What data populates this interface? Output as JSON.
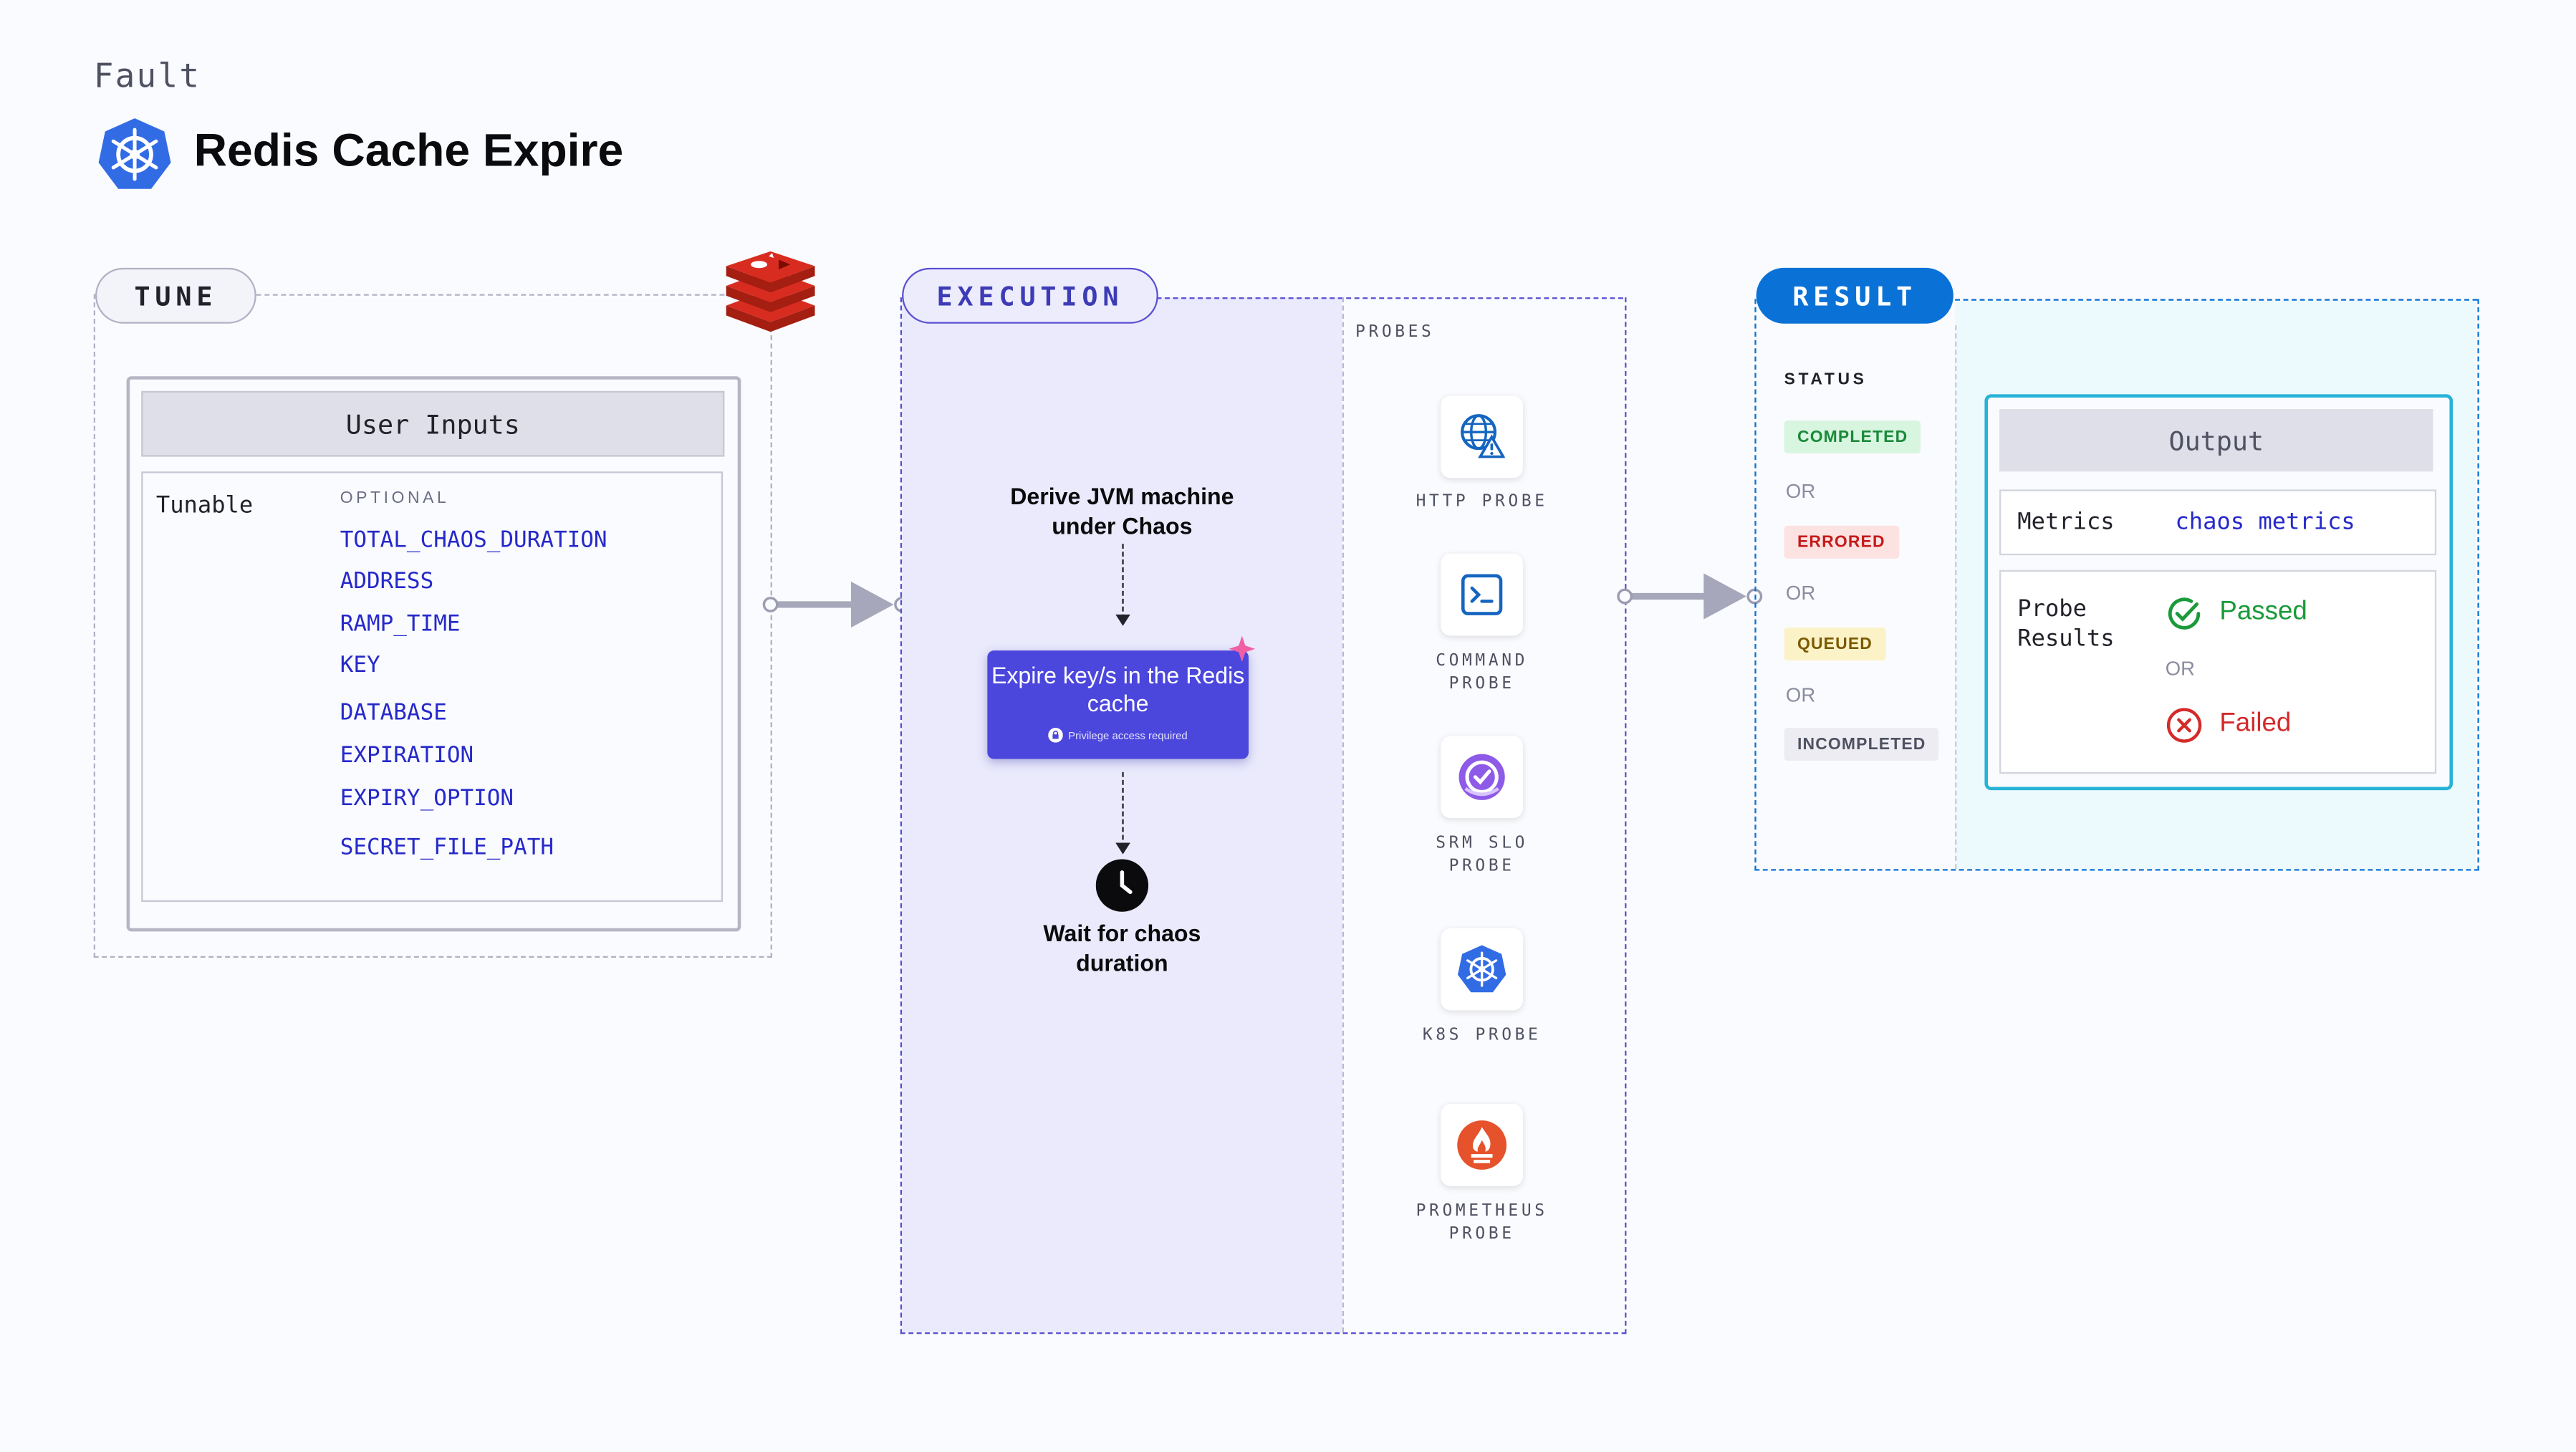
{
  "header": {
    "kicker": "Fault",
    "title": "Redis Cache Expire",
    "logo_icon": "kubernetes-icon"
  },
  "tune": {
    "label": "TUNE",
    "badge_icon": "redis-icon",
    "user_inputs": {
      "title": "User Inputs",
      "row_label": "Tunable",
      "optional_label": "OPTIONAL",
      "params": [
        "TOTAL_CHAOS_DURATION",
        "ADDRESS",
        "RAMP_TIME",
        "KEY",
        "DATABASE",
        "EXPIRATION",
        "EXPIRY_OPTION",
        "SECRET_FILE_PATH"
      ]
    }
  },
  "execution": {
    "label": "EXECUTION",
    "step1": "Derive JVM machine under Chaos",
    "fault_card": {
      "title": "Expire key/s in the Redis cache",
      "note": "Privilege access required"
    },
    "step3": "Wait for chaos duration",
    "probes": {
      "title": "PROBES",
      "items": [
        {
          "line1": "HTTP PROBE",
          "line2": "",
          "icon": "globe-warning-icon"
        },
        {
          "line1": "COMMAND",
          "line2": "PROBE",
          "icon": "terminal-icon"
        },
        {
          "line1": "SRM SLO",
          "line2": "PROBE",
          "icon": "slo-icon"
        },
        {
          "line1": "K8S PROBE",
          "line2": "",
          "icon": "kubernetes-icon"
        },
        {
          "line1": "PROMETHEUS",
          "line2": "PROBE",
          "icon": "prometheus-icon"
        }
      ]
    }
  },
  "result": {
    "label": "RESULT",
    "status_title": "STATUS",
    "or_text": "OR",
    "statuses": [
      {
        "text": "COMPLETED",
        "fg": "#1b8a3a",
        "bg": "#d8f5e0"
      },
      {
        "text": "ERRORED",
        "fg": "#c41b1b",
        "bg": "#fde2e2"
      },
      {
        "text": "QUEUED",
        "fg": "#7a5a00",
        "bg": "#fcf2c7"
      },
      {
        "text": "INCOMPLETED",
        "fg": "#4f5162",
        "bg": "#ececf2"
      }
    ],
    "output": {
      "title": "Output",
      "metrics_label": "Metrics",
      "metrics_value": "chaos metrics",
      "probe_results_label_1": "Probe",
      "probe_results_label_2": "Results",
      "passed": "Passed",
      "or_text": "OR",
      "failed": "Failed"
    }
  },
  "colors": {
    "accent_purple": "#4b46dc",
    "result_blue": "#0a72d6",
    "passed_green": "#1b9a3a",
    "failed_red": "#d42a2a"
  }
}
